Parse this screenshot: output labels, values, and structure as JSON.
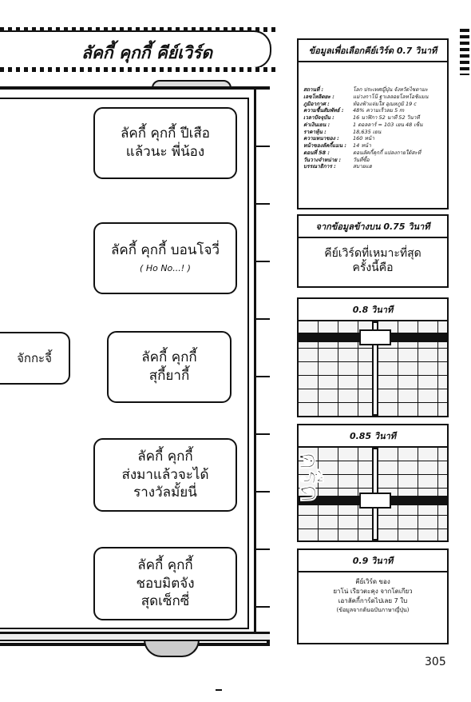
{
  "banner": {
    "title": "ลัคกี้ คุกกี้ คีย์เวิร์ด"
  },
  "cards": [
    {
      "lines": [
        "ลัคกี้ คุกกี้ ปีเสือ",
        "แล้วนะ พี่น้อง"
      ],
      "sub": ""
    },
    {
      "lines": [
        "ลัคกี้ คุกกี้ บอนโจวี่"
      ],
      "sub": "( Ho No...! )"
    },
    {
      "lines": [
        "ลัคกี้ คุกกี้",
        "สุกี้ยากี้"
      ],
      "sub": ""
    },
    {
      "lines": [
        "ลัคกี้ คุกกี้",
        "ส่งมาแล้วจะได้",
        "รางวัลมั้ยนี่"
      ],
      "sub": ""
    },
    {
      "lines": [
        "ลัคกี้ คุกกี้",
        "ชอบมิตจัง",
        "สุดเซ็กซี่"
      ],
      "sub": ""
    }
  ],
  "left_stub": {
    "label": "จักกะจี้"
  },
  "info_panel": {
    "header": "ข้อมูลเพื่อเลือกคีย์เวิร์ด 0.7 วินาที",
    "rows": [
      {
        "k": "สถานที่ :",
        "v": "โลก ประเทศญี่ปุ่น จังหวัดไซตามะ"
      },
      {
        "k": "เลขโหลิตยะ :",
        "v": "แม่วงกาโน๊ ฐาเลลอยโลหโอชิแมน"
      },
      {
        "k": "ภูมิอากาศ :",
        "v": "ท้องฟ้าแจ่มใส อุณหภูมิ 19 c"
      },
      {
        "k": "ความชื้นสัมพัทธ์ :",
        "v": "48% ความเร็วลม 5 m"
      },
      {
        "k": "เวลาปัจจุบัน :",
        "v": "16 นาฬิกา 52 นาที 52 วินาที"
      },
      {
        "k": "ค่าเงินเยน :",
        "v": "1 ดอลลาร์ = 103 เยน 48 เซ็น"
      },
      {
        "k": "ราคาหุ้น :",
        "v": "18,635 เยน"
      },
      {
        "k": "ความหนาของ :",
        "v": "160 หน้า"
      },
      {
        "k": "หน้าของลัคกี้แมน :",
        "v": "14 หน้า"
      },
      {
        "k": "ตอนที่ 58 :",
        "v": "ตอนลัคกี้คุกกี้ แปลงกายใต้สะที่"
      },
      {
        "k": "วันวางจำหน่าย :",
        "v": "วันที่ซื้อ"
      },
      {
        "k": "บรรณาธิการ :",
        "v": "สบายแฮ"
      }
    ]
  },
  "choose_panel": {
    "header": "จากข้อมูลข้างบน 0.75 วินาที",
    "body": [
      "คีย์เวิร์ดที่เหมาะที่สุด",
      "ครั้งนี้คือ"
    ]
  },
  "panel_08": {
    "header": "0.8 วินาที"
  },
  "panel_085": {
    "header": "0.85 วินาที",
    "sfx": "ครืด"
  },
  "panel_09": {
    "header": "0.9 วินาที",
    "lines": [
      "คีย์เวิร์ด ของ",
      "ยาโน่ เรียวตะคุง จากโตเกียว",
      "เอาลัคกี้การ์ดไปเลย 7 ใบ"
    ],
    "note": "(ข้อมูลจากต้นฉบับภาษาญี่ปุ่น)"
  },
  "page_number": "305"
}
